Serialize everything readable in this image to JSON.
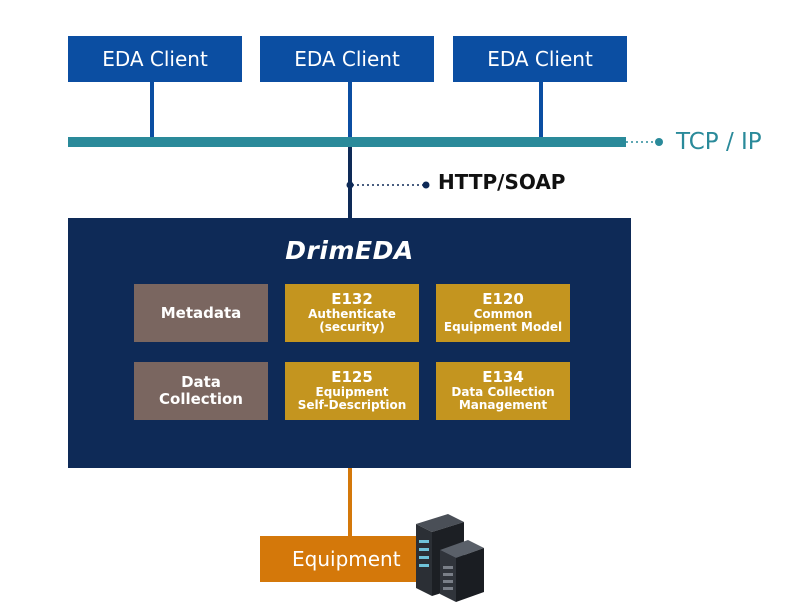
{
  "clients": [
    {
      "label": "EDA Client"
    },
    {
      "label": "EDA Client"
    },
    {
      "label": "EDA Client"
    }
  ],
  "network": {
    "bus_label": "TCP / IP",
    "protocol_label": "HTTP/SOAP"
  },
  "server": {
    "title": "DrimEDA",
    "modules": [
      {
        "line1": "Metadata"
      },
      {
        "code": "E132",
        "desc1": "Authenticate",
        "desc2": "(security)"
      },
      {
        "code": "E120",
        "desc1": "Common",
        "desc2": "Equipment Model"
      },
      {
        "line1": "Data",
        "line2": "Collection"
      },
      {
        "code": "E125",
        "desc1": "Equipment",
        "desc2": "Self-Description"
      },
      {
        "code": "E134",
        "desc1": "Data Collection",
        "desc2": "Management"
      }
    ]
  },
  "equipment": {
    "label": "Equipment"
  },
  "colors": {
    "client_blue": "#0b4ea2",
    "bus_teal": "#2a8a9a",
    "server_navy": "#0e2a57",
    "module_brown": "#7a6660",
    "module_gold": "#c4951f",
    "equipment_orange": "#d4780a"
  }
}
